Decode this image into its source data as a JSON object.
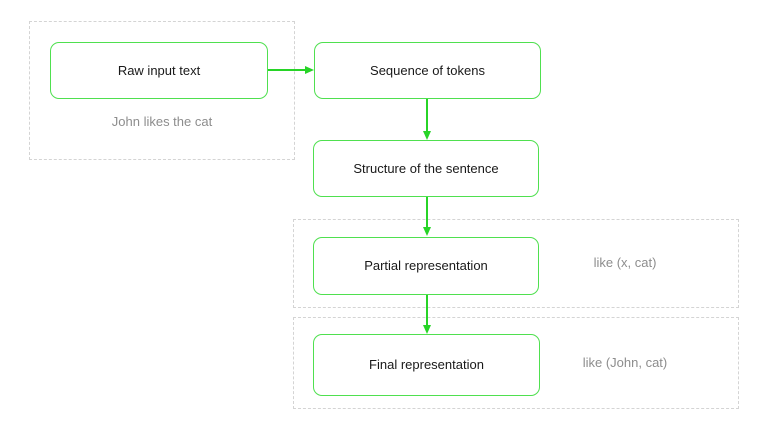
{
  "diagram": {
    "type": "flowchart",
    "nodes": {
      "raw_input": {
        "label": "Raw input text"
      },
      "sequence_tokens": {
        "label": "Sequence of tokens"
      },
      "sentence_structure": {
        "label": "Structure of the sentence"
      },
      "partial_representation": {
        "label": "Partial representation"
      },
      "final_representation": {
        "label": "Final representation"
      }
    },
    "annotations": {
      "input_example": "John likes the cat",
      "partial_example": "like (x, cat)",
      "final_example": "like (John, cat)"
    },
    "edges": [
      {
        "from": "raw_input",
        "to": "sequence_tokens",
        "direction": "right"
      },
      {
        "from": "sequence_tokens",
        "to": "sentence_structure",
        "direction": "down"
      },
      {
        "from": "sentence_structure",
        "to": "partial_representation",
        "direction": "down"
      },
      {
        "from": "partial_representation",
        "to": "final_representation",
        "direction": "down"
      }
    ],
    "colors": {
      "node_border": "#4fe04f",
      "arrow": "#27d427",
      "group_border": "#d4d4d4",
      "node_text": "#191919",
      "annotation_text": "#8d8d8d",
      "background": "#ffffff"
    }
  }
}
